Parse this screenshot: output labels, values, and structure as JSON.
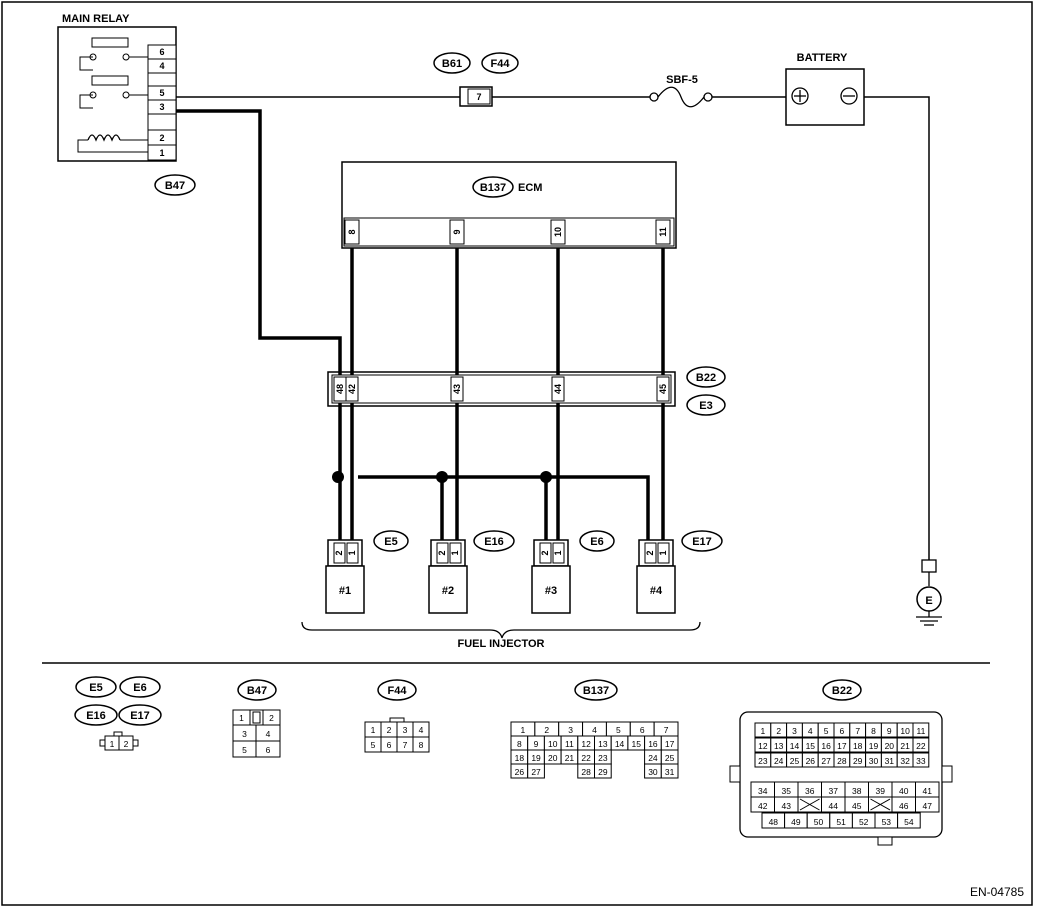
{
  "diagram_id": "EN-04785",
  "main_relay": {
    "title": "MAIN RELAY",
    "pins": [
      "6",
      "4",
      "5",
      "3",
      "2",
      "1"
    ],
    "connector": "B47"
  },
  "battery": {
    "label": "BATTERY"
  },
  "fuse": {
    "label": "SBF-5",
    "connectors": [
      "B61",
      "F44"
    ],
    "pin": "7"
  },
  "ecm": {
    "connector": "B137",
    "label": "ECM",
    "pins": [
      "8",
      "9",
      "10",
      "11"
    ]
  },
  "intermediate": {
    "connectors": [
      "B22",
      "E3"
    ],
    "pins": [
      "48",
      "42",
      "43",
      "44",
      "45"
    ]
  },
  "injectors": [
    {
      "name": "#1",
      "connector": "E5",
      "pins": [
        "2",
        "1"
      ]
    },
    {
      "name": "#2",
      "connector": "E16",
      "pins": [
        "2",
        "1"
      ]
    },
    {
      "name": "#3",
      "connector": "E6",
      "pins": [
        "2",
        "1"
      ]
    },
    {
      "name": "#4",
      "connector": "E17",
      "pins": [
        "2",
        "1"
      ]
    }
  ],
  "injector_group_label": "FUEL INJECTOR",
  "ground": {
    "label": "E"
  },
  "legend": {
    "inj": {
      "ids": [
        "E5",
        "E6",
        "E16",
        "E17"
      ],
      "pins": [
        "1",
        "2"
      ]
    },
    "b47": {
      "id": "B47",
      "cells": [
        "1",
        "",
        "2",
        "3",
        "4",
        "5",
        "6"
      ]
    },
    "f44": {
      "id": "F44",
      "row1": [
        "1",
        "2",
        "3",
        "4"
      ],
      "row2": [
        "5",
        "6",
        "7",
        "8"
      ]
    },
    "b137": {
      "id": "B137",
      "row1": [
        "1",
        "2",
        "3",
        "4",
        "5",
        "6",
        "7"
      ],
      "row2": [
        "8",
        "9",
        "10",
        "11",
        "12",
        "13",
        "14",
        "15",
        "16",
        "17"
      ],
      "row3": [
        "18",
        "19",
        "20",
        "21",
        "22",
        "23",
        "24",
        "25"
      ],
      "row4": [
        "26",
        "27",
        "28",
        "29",
        "30",
        "31"
      ]
    },
    "b22": {
      "id": "B22",
      "row1": [
        "1",
        "2",
        "3",
        "4",
        "5",
        "6",
        "7",
        "8",
        "9",
        "10",
        "11"
      ],
      "row2": [
        "12",
        "13",
        "14",
        "15",
        "16",
        "17",
        "18",
        "19",
        "20",
        "21",
        "22"
      ],
      "row3": [
        "23",
        "24",
        "25",
        "26",
        "27",
        "28",
        "29",
        "30",
        "31",
        "32",
        "33"
      ],
      "row4": [
        "34",
        "35",
        "36",
        "37",
        "38",
        "39",
        "40",
        "41"
      ],
      "row5": [
        "42",
        "43",
        "",
        "44",
        "45",
        "",
        "46",
        "47"
      ],
      "row6": [
        "48",
        "49",
        "50",
        "51",
        "52",
        "53",
        "54"
      ]
    }
  }
}
